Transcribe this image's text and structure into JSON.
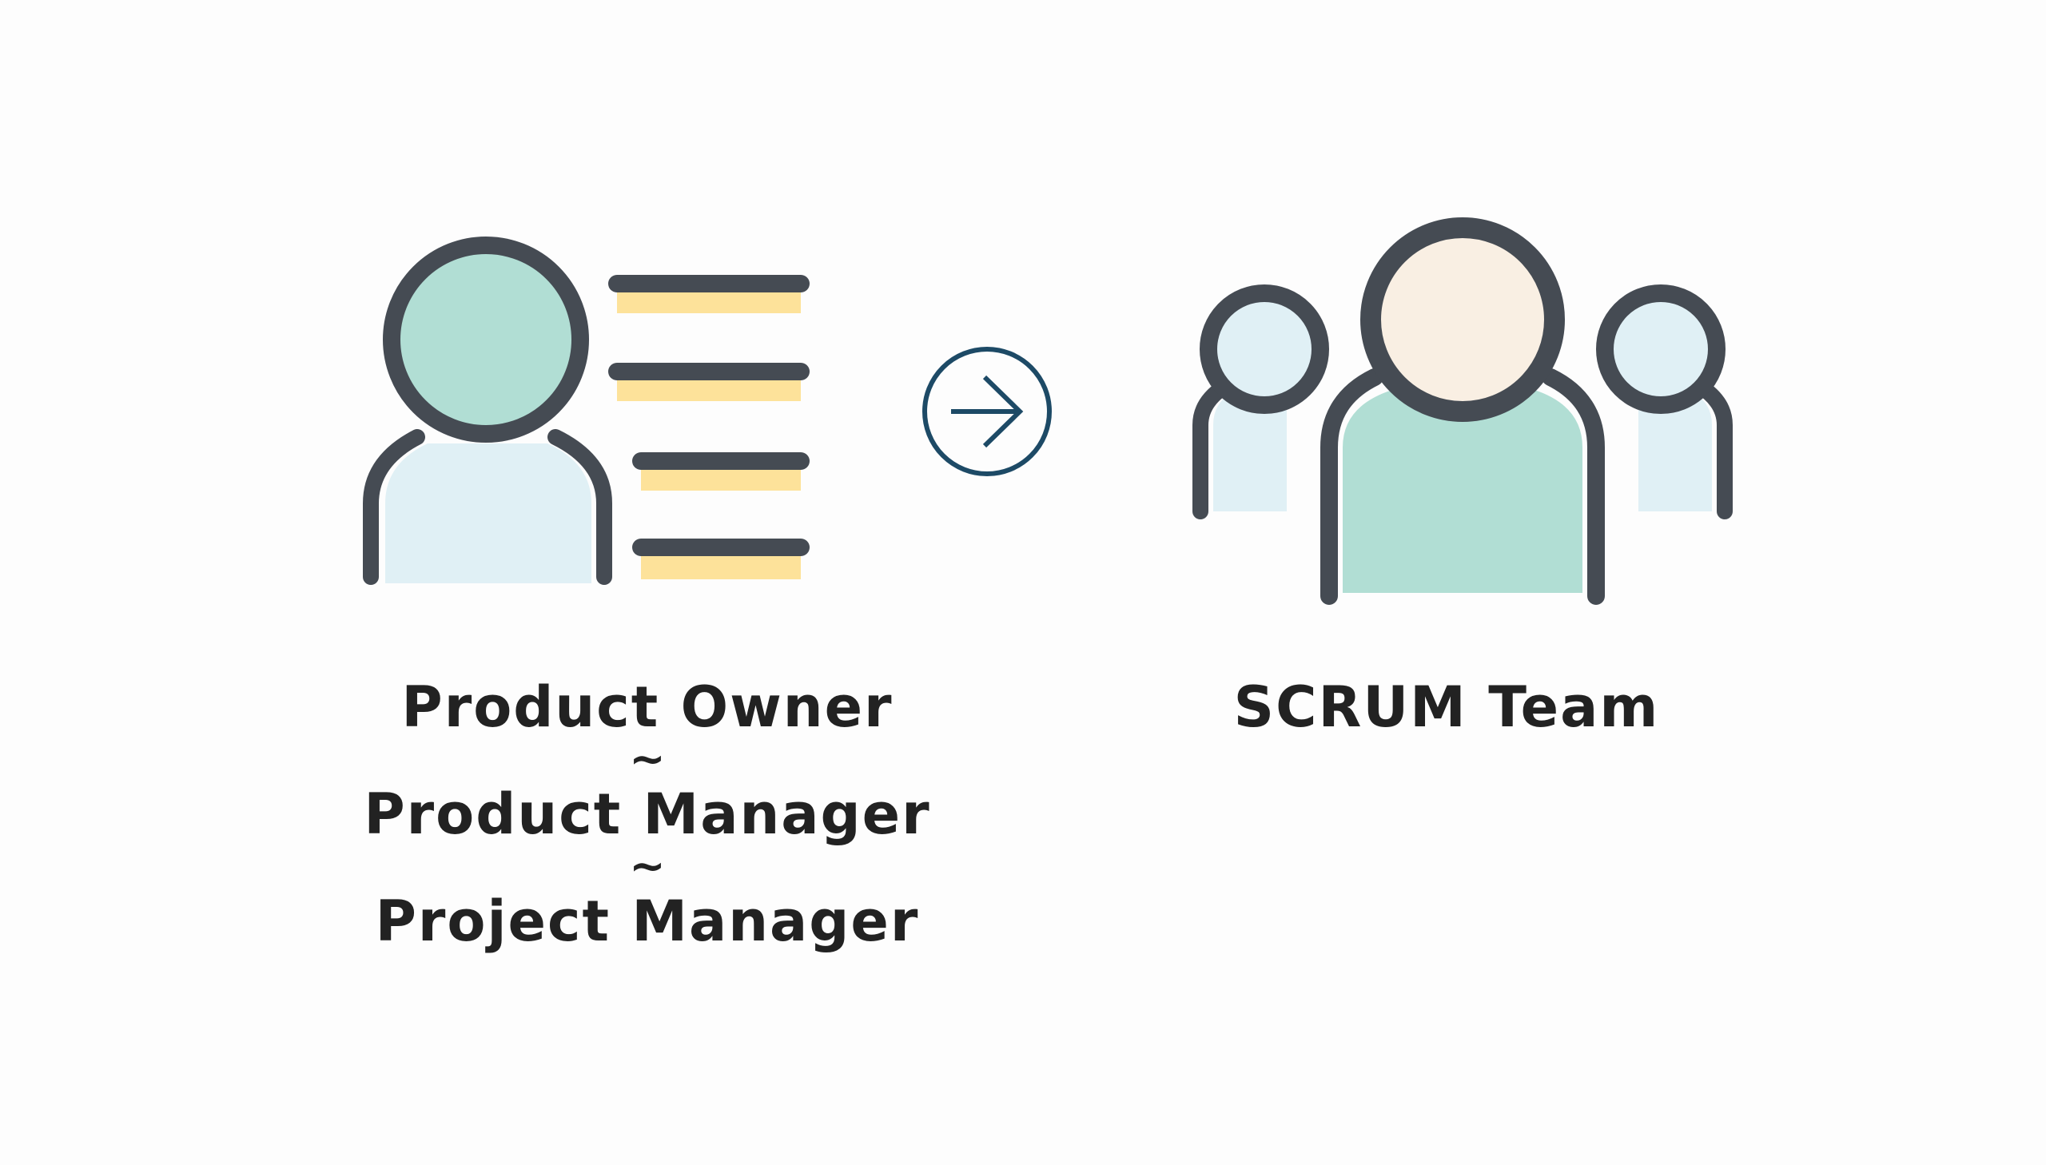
{
  "colors": {
    "outline": "#454b53",
    "po_head": "#b1ded4",
    "po_body": "#e0f0f5",
    "list_highlight": "#fde29a",
    "arrow": "#1d4a66",
    "team_center_head": "#f9efe3",
    "team_center_body": "#b1ded4",
    "team_side": "#e0f0f5",
    "text": "#222222"
  },
  "icons": {
    "product_owner": "person-with-list-icon",
    "arrow": "arrow-right-circle-icon",
    "team": "team-group-icon"
  },
  "left": {
    "line1": "Product Owner",
    "sep1": "~",
    "line2": "Product Manager",
    "sep2": "~",
    "line3": "Project Manager"
  },
  "right": {
    "label": "SCRUM Team"
  }
}
